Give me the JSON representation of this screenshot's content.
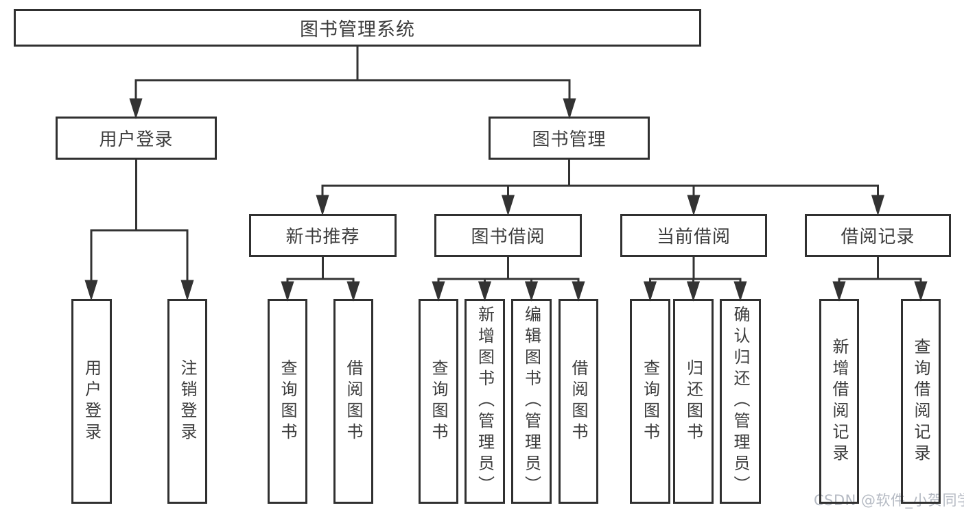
{
  "diagram": {
    "root": {
      "label": "图书管理系统"
    },
    "level2": [
      {
        "label": "用户登录"
      },
      {
        "label": "图书管理"
      }
    ],
    "level3": [
      {
        "label": "新书推荐",
        "parent": "图书管理"
      },
      {
        "label": "图书借阅",
        "parent": "图书管理"
      },
      {
        "label": "当前借阅",
        "parent": "图书管理"
      },
      {
        "label": "借阅记录",
        "parent": "图书管理"
      }
    ],
    "leaves": [
      {
        "label": "用户登录",
        "parent": "用户登录"
      },
      {
        "label": "注销登录",
        "parent": "用户登录"
      },
      {
        "label": "查询图书",
        "parent": "新书推荐"
      },
      {
        "label": "借阅图书",
        "parent": "新书推荐"
      },
      {
        "label": "查询图书",
        "parent": "图书借阅"
      },
      {
        "label": "新增图书（管理员）",
        "parent": "图书借阅"
      },
      {
        "label": "编辑图书（管理员）",
        "parent": "图书借阅"
      },
      {
        "label": "借阅图书",
        "parent": "图书借阅"
      },
      {
        "label": "查询图书",
        "parent": "当前借阅"
      },
      {
        "label": "归还图书",
        "parent": "当前借阅"
      },
      {
        "label": "确认归还（管理员）",
        "parent": "当前借阅"
      },
      {
        "label": "新增借阅记录",
        "parent": "借阅记录"
      },
      {
        "label": "查询借阅记录",
        "parent": "借阅记录"
      }
    ],
    "colors": {
      "line": "#333333",
      "text": "#3c3c3c",
      "background": "#ffffff"
    }
  },
  "watermark": {
    "text": "CSDN @软件_小贺同学",
    "color": "#b5bac3"
  }
}
